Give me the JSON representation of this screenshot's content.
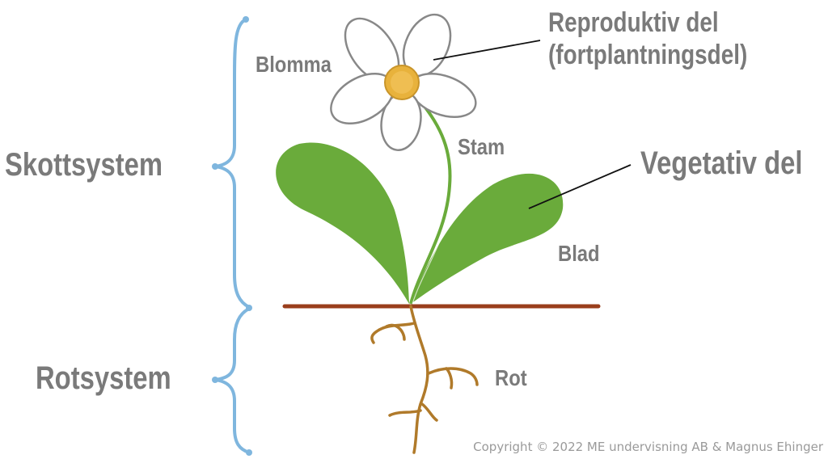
{
  "labels": {
    "shoot_system": "Skottsystem",
    "root_system": "Rotsystem",
    "flower": "Blomma",
    "stem": "Stam",
    "leaf": "Blad",
    "root": "Rot",
    "reproductive_line1": "Reproduktiv del",
    "reproductive_line2": "(fortplantningsdel)",
    "vegetative": "Vegetativ del"
  },
  "copyright": "Copyright © 2022 ME undervisning AB & Magnus Ehinger",
  "colors": {
    "bracket": "#7fb6de",
    "leaf": "#6aab3b",
    "stem": "#6aab3b",
    "petal_outline": "#888888",
    "flower_center": "#e8b23c",
    "ground": "#9a3e1c",
    "root": "#b07a2a",
    "text": "#7a7a7a"
  }
}
